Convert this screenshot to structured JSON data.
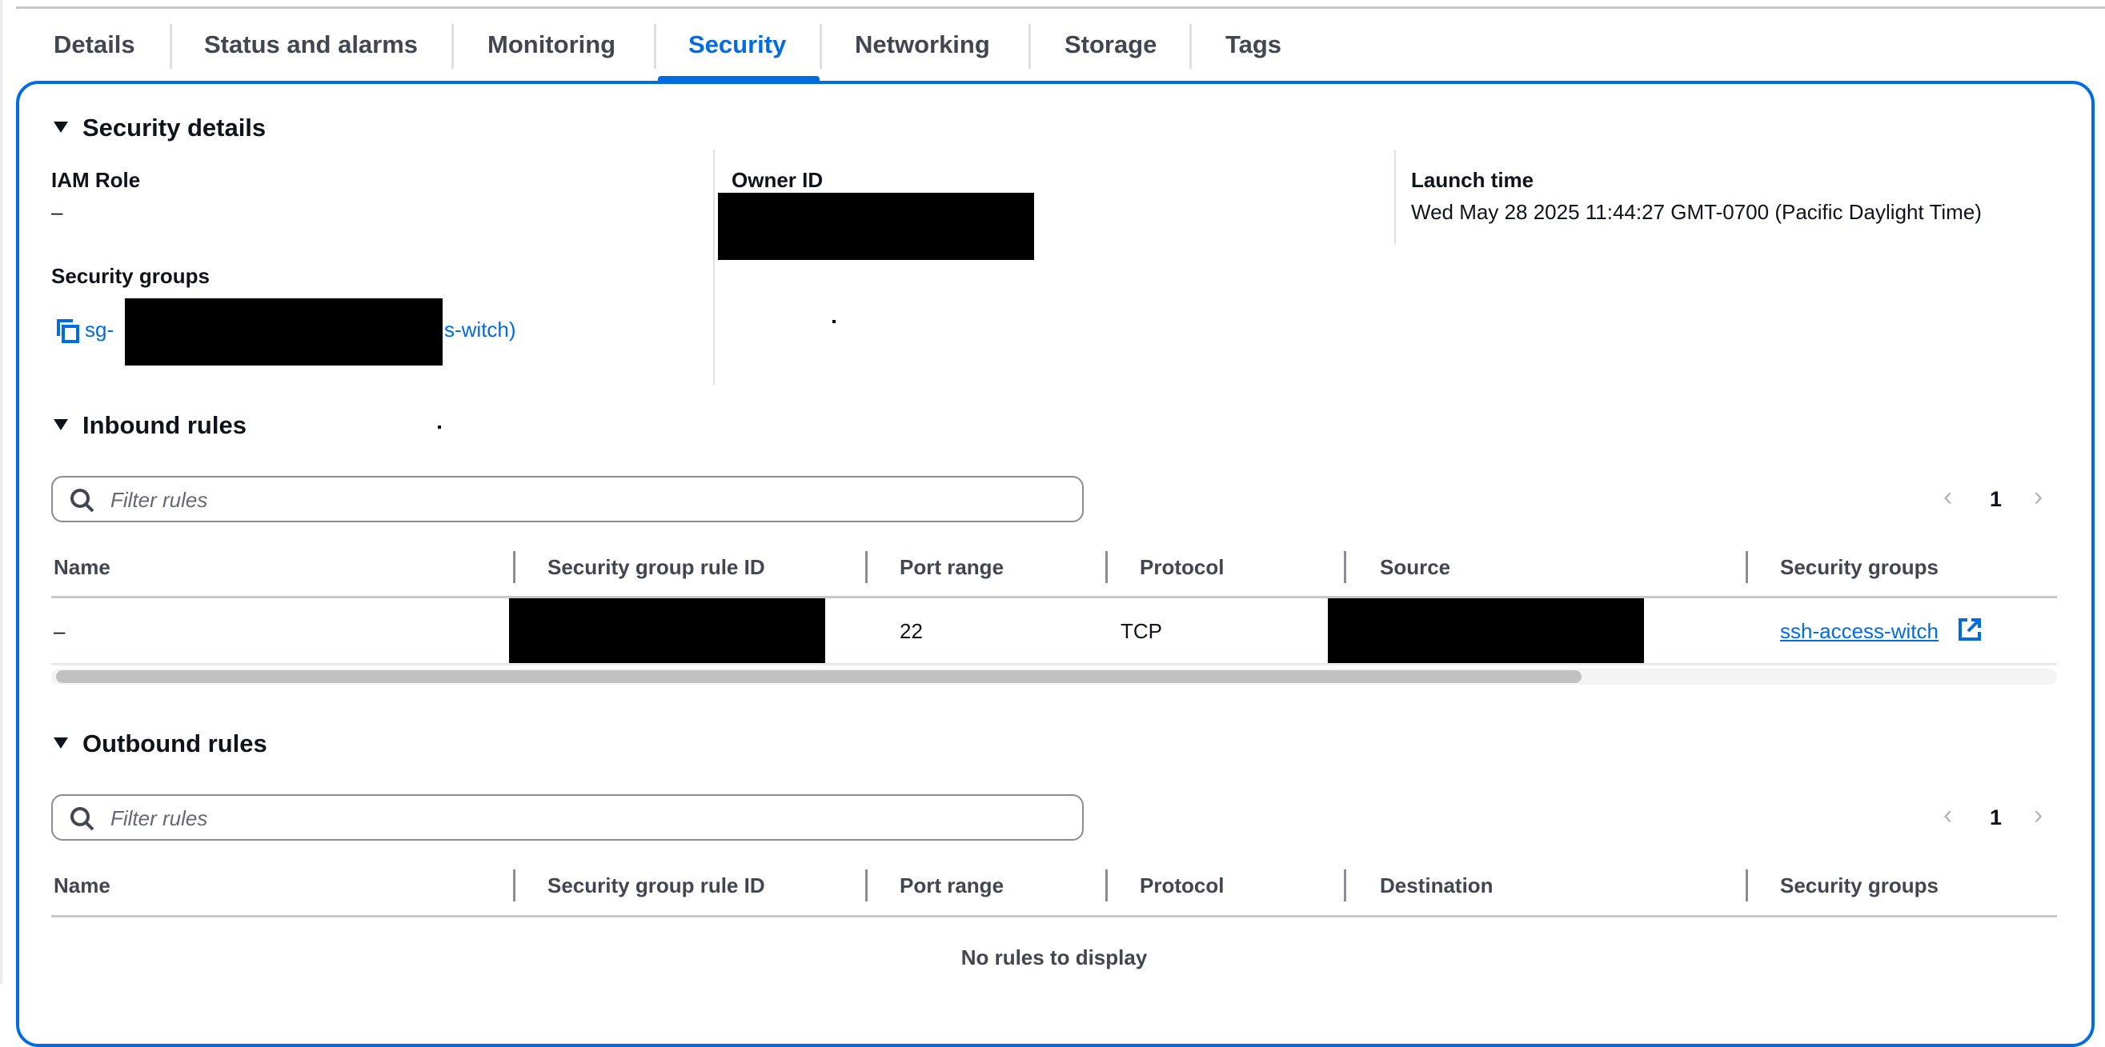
{
  "tabs": [
    {
      "label": "Details",
      "active": false
    },
    {
      "label": "Status and alarms",
      "active": false
    },
    {
      "label": "Monitoring",
      "active": false
    },
    {
      "label": "Security",
      "active": true
    },
    {
      "label": "Networking",
      "active": false
    },
    {
      "label": "Storage",
      "active": false
    },
    {
      "label": "Tags",
      "active": false
    }
  ],
  "security_details": {
    "title": "Security details",
    "iam_role_label": "IAM Role",
    "iam_role_value": "–",
    "security_groups_label": "Security groups",
    "security_group_prefix": "sg-",
    "security_group_suffix": "s-witch)",
    "owner_id_label": "Owner ID",
    "launch_time_label": "Launch time",
    "launch_time_value": "Wed May 28 2025 11:44:27 GMT-0700 (Pacific Daylight Time)"
  },
  "inbound": {
    "title": "Inbound rules",
    "filter_placeholder": "Filter rules",
    "page": "1",
    "columns": [
      "Name",
      "Security group rule ID",
      "Port range",
      "Protocol",
      "Source",
      "Security groups"
    ],
    "rows": [
      {
        "name": "–",
        "port_range": "22",
        "protocol": "TCP",
        "security_group": "ssh-access-witch"
      }
    ]
  },
  "outbound": {
    "title": "Outbound rules",
    "filter_placeholder": "Filter rules",
    "page": "1",
    "columns": [
      "Name",
      "Security group rule ID",
      "Port range",
      "Protocol",
      "Destination",
      "Security groups"
    ],
    "empty_text": "No rules to display"
  },
  "colors": {
    "accent": "#006ce0",
    "text": "#0f141a",
    "muted": "#424650"
  }
}
